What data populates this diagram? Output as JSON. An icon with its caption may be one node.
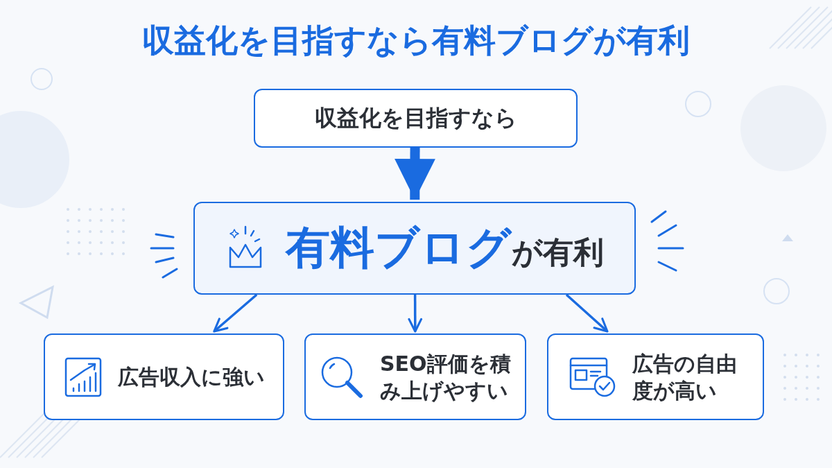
{
  "diagram": {
    "title": "収益化を目指すなら有料ブログが有利",
    "nodes": [
      {
        "text": [
          "収益化を目指すなら"
        ]
      },
      {
        "text": [
          "**有料ブログ**が有利"
        ]
      },
      {
        "text": [
          "広告収入に強い"
        ]
      },
      {
        "text": [
          "SEO評価を積み上げやすい"
        ]
      },
      {
        "text": [
          "広告の自由度が高い"
        ]
      }
    ],
    "edges": [
      {
        "from": 0,
        "to": 1,
        "arrow": "to",
        "style": "thick"
      },
      {
        "from": 1,
        "to": 2,
        "arrow": "to"
      },
      {
        "from": 1,
        "to": 3,
        "arrow": "to"
      },
      {
        "from": 1,
        "to": 4,
        "arrow": "to"
      }
    ]
  }
}
